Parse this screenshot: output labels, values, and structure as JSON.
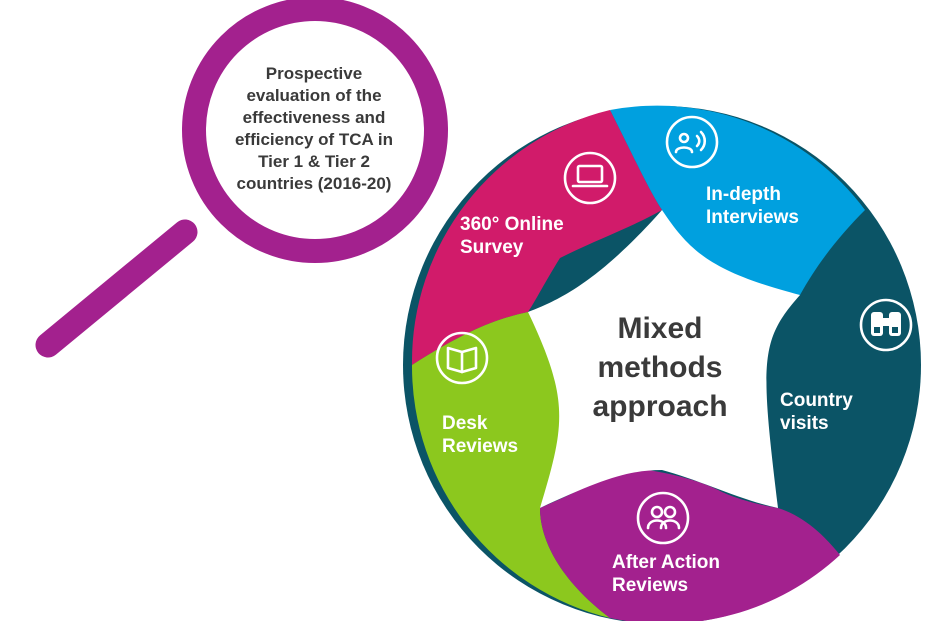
{
  "lens": {
    "lines": [
      "Prospective",
      "evaluation of the",
      "effectiveness and",
      "efficiency of TCA in",
      "Tier 1 & Tier 2",
      "countries (2016-20)"
    ]
  },
  "center": {
    "lines": [
      "Mixed",
      "methods",
      "approach"
    ]
  },
  "methods": [
    {
      "id": "survey",
      "color": "#d11b6a",
      "icon": "laptop-icon",
      "lines": [
        "360° Online",
        "Survey"
      ]
    },
    {
      "id": "interviews",
      "color": "#00a0df",
      "icon": "speaking-person-icon",
      "lines": [
        "In-depth",
        "Interviews"
      ]
    },
    {
      "id": "country",
      "color": "#0b5466",
      "icon": "binoculars-icon",
      "lines": [
        "Country",
        "visits"
      ]
    },
    {
      "id": "aar",
      "color": "#a3218e",
      "icon": "people-icon",
      "lines": [
        "After Action",
        "Reviews"
      ]
    },
    {
      "id": "desk",
      "color": "#8cc81e",
      "icon": "open-book-icon",
      "lines": [
        "Desk",
        "Reviews"
      ]
    }
  ],
  "colors": {
    "magnifier": "#a3218e",
    "center_text": "#3a3a3a",
    "label_text": "#ffffff"
  }
}
